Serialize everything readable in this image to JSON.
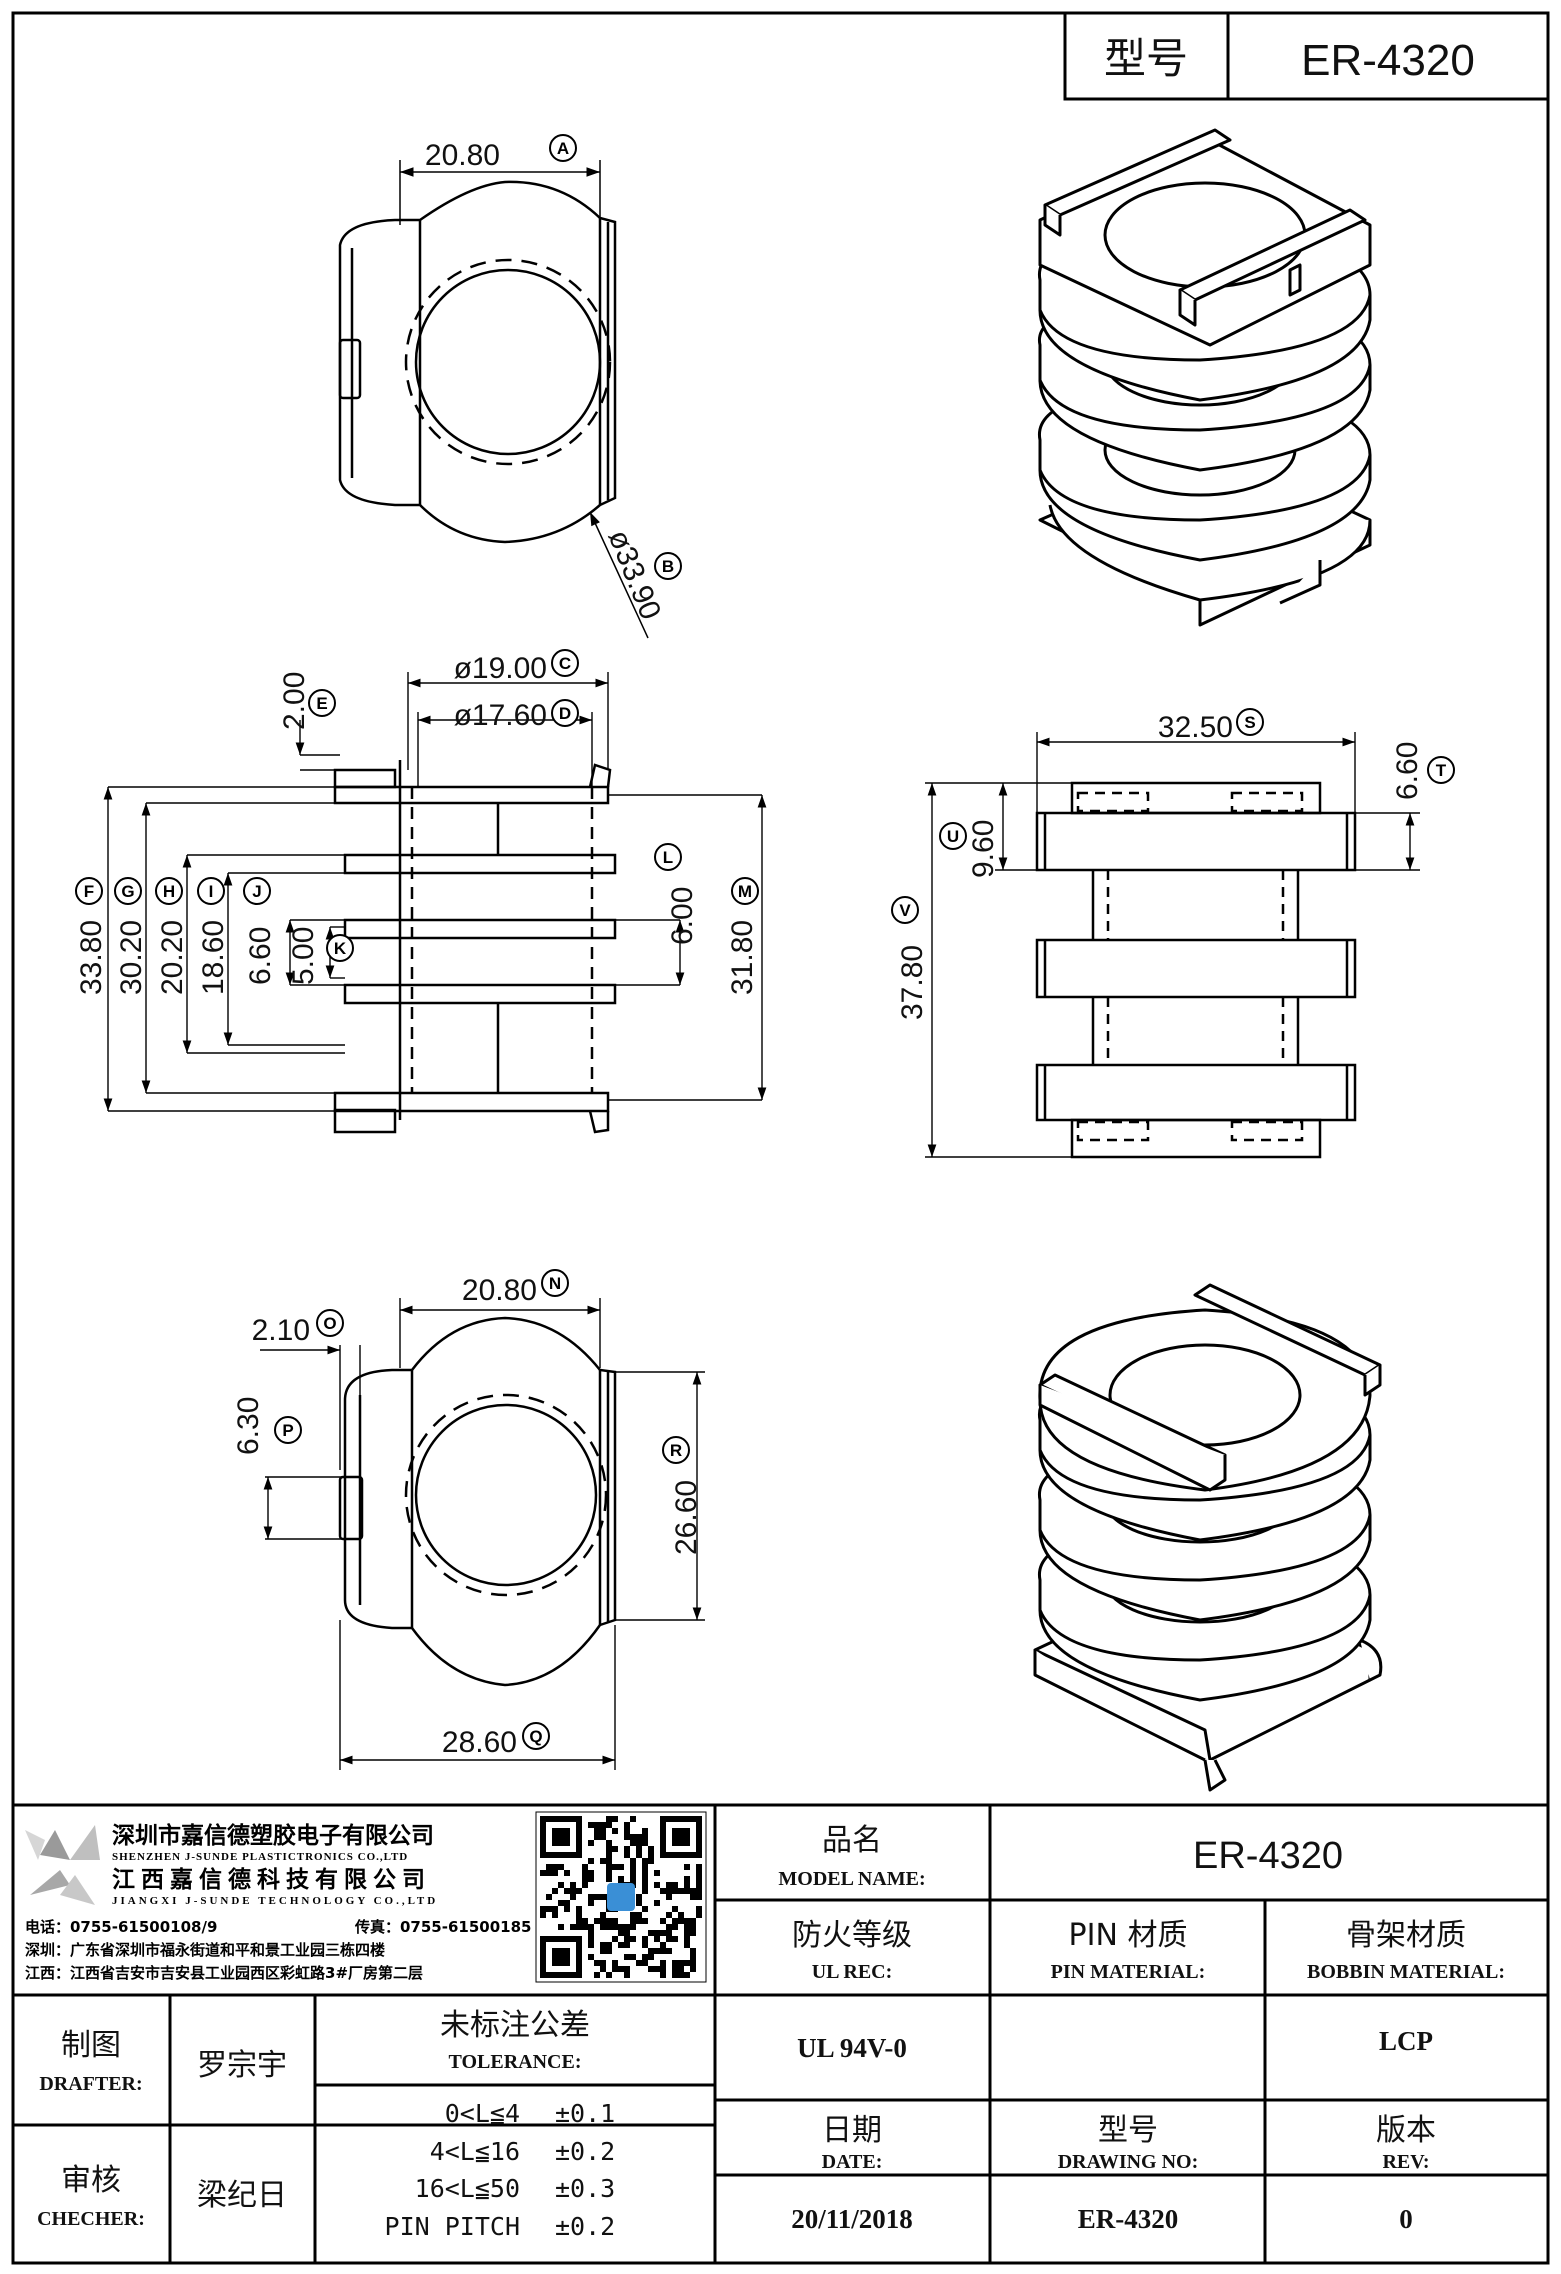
{
  "header": {
    "model_label": "型号",
    "model_value": "ER-4320"
  },
  "dimensions": {
    "top_view": {
      "A": "20.80",
      "B": "ø33.90"
    },
    "front_view": {
      "C": "ø19.00",
      "D": "ø17.60",
      "E": "2.00",
      "F": "33.80",
      "G": "30.20",
      "H": "20.20",
      "I": "18.60",
      "J": "6.60",
      "K": "5.00",
      "L": "6.00",
      "M": "31.80"
    },
    "side_view": {
      "S": "32.50",
      "T": "6.60",
      "U": "9.60",
      "V": "37.80"
    },
    "bottom_view": {
      "N": "20.80",
      "O": "2.10",
      "P": "6.30",
      "R": "26.60",
      "Q": "28.60"
    }
  },
  "company": {
    "name_shenzhen": "深圳市嘉信德塑胶电子有限公司",
    "name_shenzhen_en": "SHENZHEN J-SUNDE PLASTICTRONICS CO.,LTD",
    "name_jiangxi": "江西嘉信德科技有限公司",
    "name_jiangxi_en": "JIANGXI J-SUNDE TECHNOLOGY CO.,LTD",
    "phone": "电话：0755-61500108/9",
    "fax": "传真：0755-61500185",
    "addr_shenzhen": "深圳：广东省深圳市福永街道和平和景工业园三栋四楼",
    "addr_jiangxi": "江西：江西省吉安市吉安县工业园西区彩虹路3#厂房第二层"
  },
  "title_block": {
    "product_name_cn": "品名",
    "product_name_en": "MODEL NAME:",
    "product_name_value": "ER-4320",
    "ul_cn": "防火等级",
    "ul_en": "UL REC:",
    "ul_value": "UL 94V-0",
    "pin_cn": "PIN 材质",
    "pin_en": "PIN MATERIAL:",
    "pin_value": "",
    "bobbin_cn": "骨架材质",
    "bobbin_en": "BOBBIN MATERIAL:",
    "bobbin_value": "LCP",
    "drafter_cn": "制图",
    "drafter_en": "DRAFTER:",
    "drafter_value": "罗宗宇",
    "checker_cn": "审核",
    "checker_en": "CHECHER:",
    "checker_value": "梁纪日",
    "tolerance_cn": "未标注公差",
    "tolerance_en": "TOLERANCE:",
    "tolerance_rows": [
      {
        "range": "0<L≦4",
        "value": "±0.1"
      },
      {
        "range": "4<L≦16",
        "value": "±0.2"
      },
      {
        "range": "16<L≦50",
        "value": "±0.3"
      },
      {
        "range": "PIN PITCH",
        "value": "±0.2"
      }
    ],
    "date_cn": "日期",
    "date_en": "DATE:",
    "date_value": "20/11/2018",
    "drawing_no_cn": "型号",
    "drawing_no_en": "DRAWING NO:",
    "drawing_no_value": "ER-4320",
    "rev_cn": "版本",
    "rev_en": "REV:",
    "rev_value": "0"
  }
}
